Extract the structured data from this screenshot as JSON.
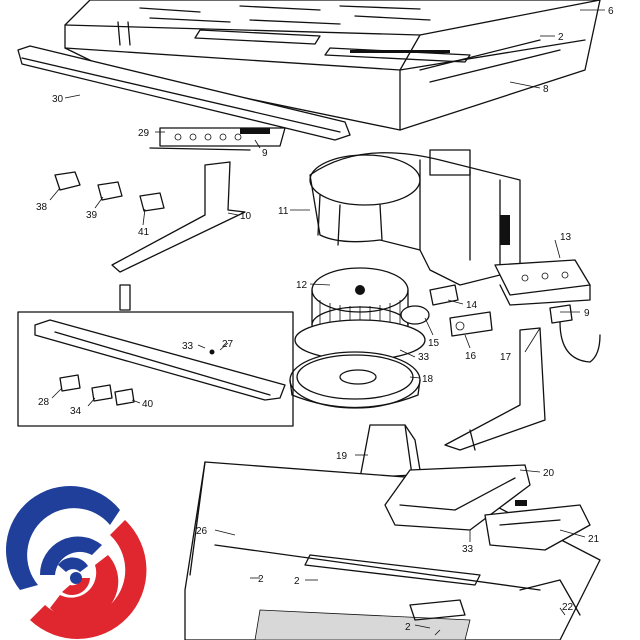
{
  "colors": {
    "line": "#111111",
    "logo_blue": "#1f3f9a",
    "logo_red": "#e0262e",
    "background": "#ffffff"
  },
  "logo": {
    "icon": "swirl-logo-icon"
  },
  "labels": {
    "l2a": "2",
    "l2b": "2",
    "l2c": "2",
    "l2d": "2",
    "l6": "6",
    "l8": "8",
    "l9a": "9",
    "l9b": "9",
    "l10": "10",
    "l11": "11",
    "l12": "12",
    "l13": "13",
    "l14": "14",
    "l15": "15",
    "l16": "16",
    "l17": "17",
    "l18": "18",
    "l19": "19",
    "l20": "20",
    "l21": "21",
    "l22": "22",
    "l26": "26",
    "l27": "27",
    "l28": "28",
    "l29": "29",
    "l30": "30",
    "l33a": "33",
    "l33b": "33",
    "l33c": "33",
    "l34": "34",
    "l38": "38",
    "l39": "39",
    "l40": "40",
    "l41": "41"
  }
}
